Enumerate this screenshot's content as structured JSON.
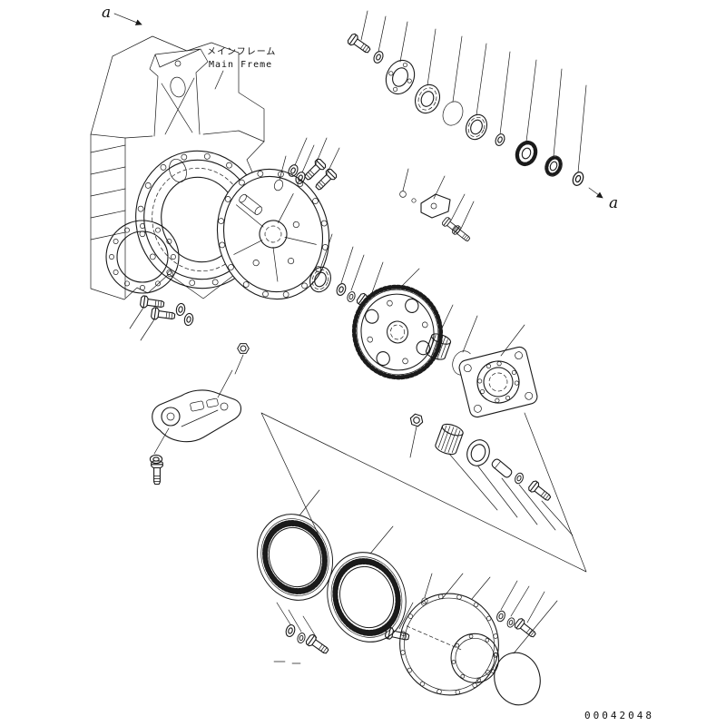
{
  "page": {
    "background_color": "#ffffff",
    "line_color": "#1a1a1a"
  },
  "labels": {
    "section_a_top": "a",
    "section_a_right": "a",
    "main_frame_jp": "メインフレーム",
    "main_frame_en": "Main Freme",
    "drawing_number": "00042048"
  }
}
